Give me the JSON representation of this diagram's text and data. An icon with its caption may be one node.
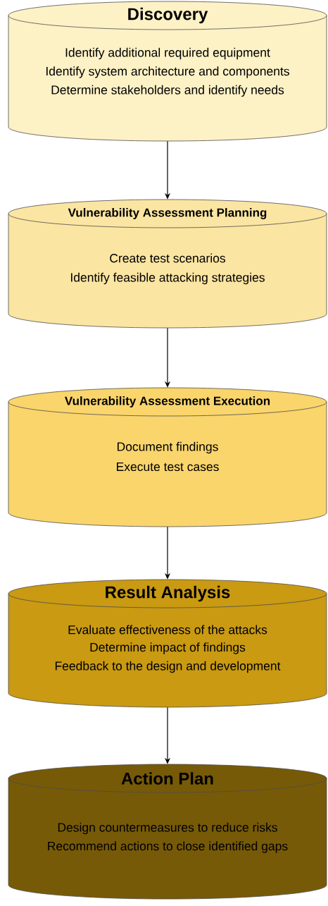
{
  "diagram": {
    "nodes": [
      {
        "text": [
          "Discovery",
          "Identify additional required equipment",
          "Identify system architecture and components",
          "Determine stakeholders and identify needs"
        ]
      },
      {
        "text": [
          "Vulnerability Assessment Planning",
          "Create test scenarios",
          "Identify feasible attacking strategies"
        ]
      },
      {
        "text": [
          "Vulnerability Assessment Execution",
          "Document findings",
          "Execute test cases"
        ]
      },
      {
        "text": [
          "Result Analysis",
          "Evaluate effectiveness of the attacks",
          "Determine impact of findings",
          "Feedback to the design and development"
        ]
      },
      {
        "text": [
          "Action Plan",
          "Design countermeasures to reduce risks",
          "Recommend actions to close identified gaps"
        ]
      }
    ],
    "edges": [
      {
        "from": 0,
        "to": 1,
        "arrow": "to"
      },
      {
        "from": 1,
        "to": 2,
        "arrow": "to"
      },
      {
        "from": 2,
        "to": 3,
        "arrow": "to"
      },
      {
        "from": 3,
        "to": 4,
        "arrow": "to"
      }
    ]
  }
}
